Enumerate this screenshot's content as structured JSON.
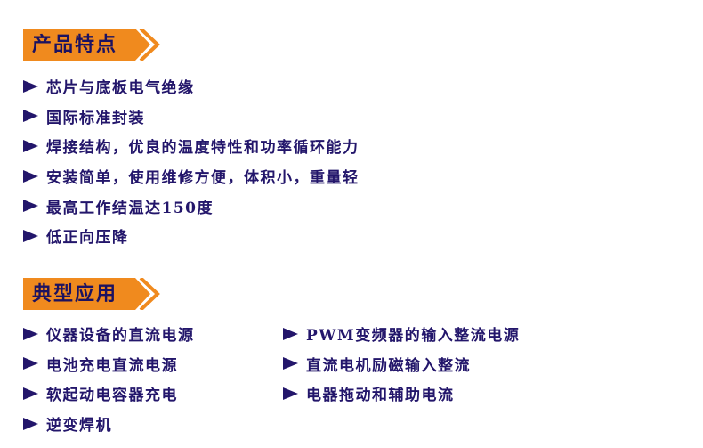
{
  "features": {
    "title": "产品特点",
    "items": [
      "芯片与底板电气绝缘",
      "国际标准封装",
      "焊接结构，优良的温度特性和功率循环能力",
      "安装简单，使用维修方便，体积小，重量轻",
      "最高工作结温达150度",
      "低正向压降"
    ]
  },
  "applications": {
    "title": "典型应用",
    "left": [
      "仪器设备的直流电源",
      "电池充电直流电源",
      "软起动电容器充电",
      "逆变焊机"
    ],
    "right": [
      "PWM变频器的输入整流电源",
      "直流电机励磁输入整流",
      "电器拖动和辅助电流"
    ]
  },
  "colors": {
    "header_orange": "#f08a1e",
    "text_navy": "#23166b"
  }
}
